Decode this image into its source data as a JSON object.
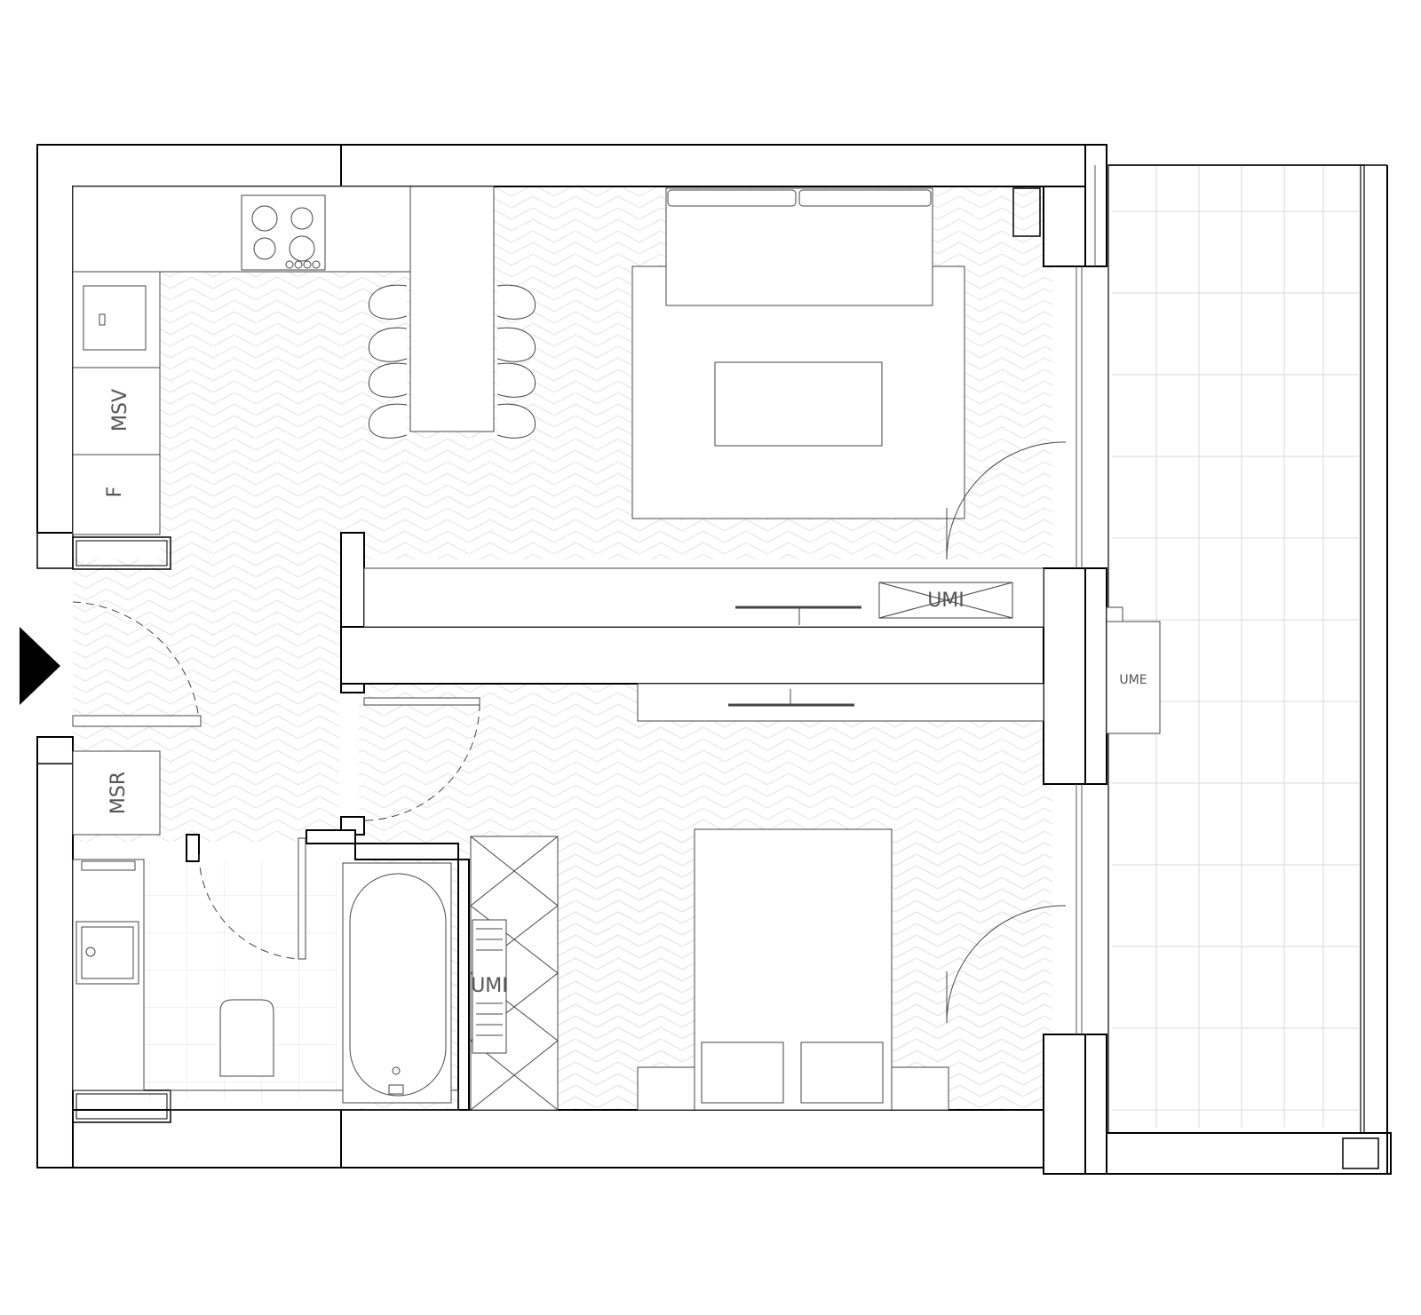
{
  "labels": {
    "msv": "MSV",
    "f": "F",
    "msr": "MSR",
    "umi_top": "UMI",
    "umi_wardrobe": "UMI",
    "ume": "UME"
  },
  "colors": {
    "wall": "#000000",
    "line": "#333333",
    "thin": "#888888",
    "pattern": "#e6e6e6",
    "balcony_grid": "#d9d9d9",
    "text": "#555555"
  },
  "icons": {
    "entrance": "entrance-arrow-icon"
  }
}
